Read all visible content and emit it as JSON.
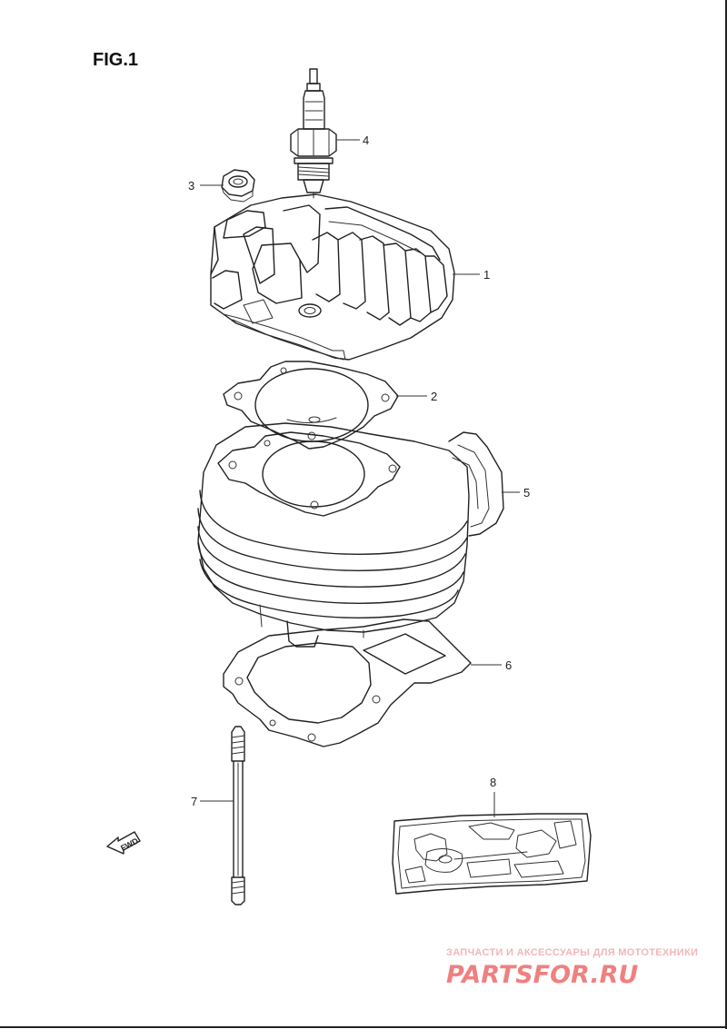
{
  "figure": {
    "title": "FIG.1"
  },
  "callouts": [
    {
      "id": "1",
      "label": "1"
    },
    {
      "id": "2",
      "label": "2"
    },
    {
      "id": "3",
      "label": "3"
    },
    {
      "id": "4",
      "label": "4"
    },
    {
      "id": "5",
      "label": "5"
    },
    {
      "id": "6",
      "label": "6"
    },
    {
      "id": "7",
      "label": "7"
    },
    {
      "id": "8",
      "label": "8"
    }
  ],
  "direction_marker": {
    "label": "FWD",
    "icon": "arrow-left-icon"
  },
  "watermark": {
    "tagline": "ЗАПЧАСТИ И АКСЕССУАРЫ ДЛЯ МОТОТЕХНИКИ",
    "brand": "PARTSFOR.RU",
    "colors": {
      "tagline": "#f2b6b6",
      "brand": "#f08080"
    }
  }
}
